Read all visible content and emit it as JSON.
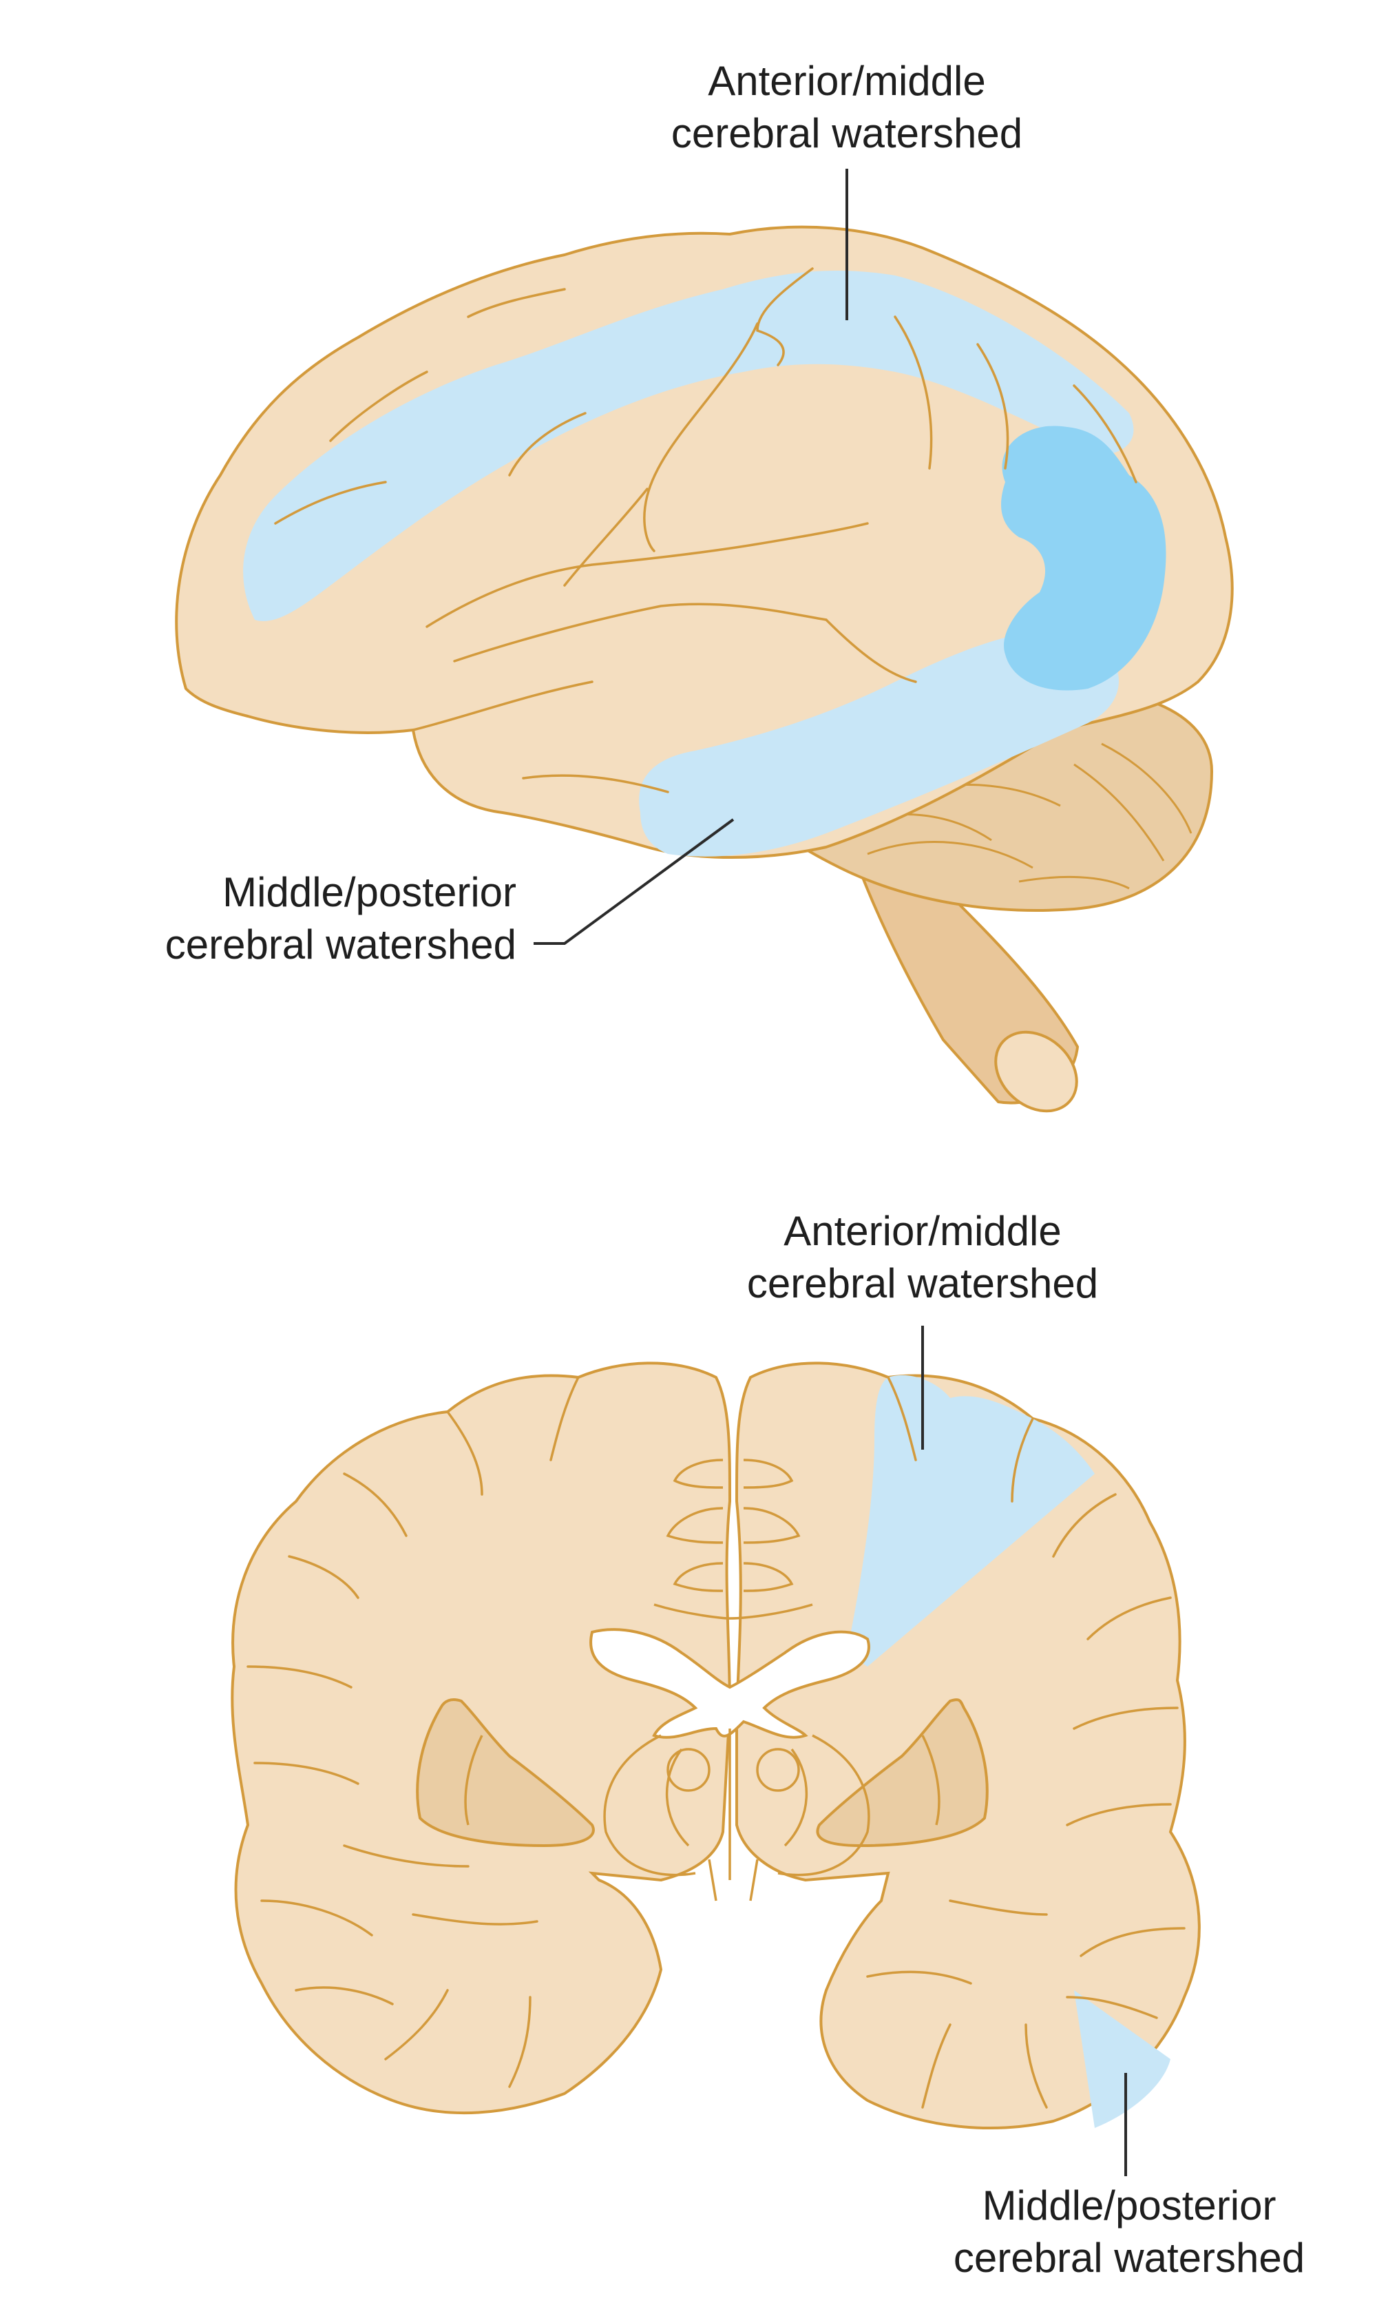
{
  "colors": {
    "tissue": "#F4DEC0",
    "tissue_dark": "#EACDA4",
    "stem": "#E9C699",
    "outline": "#D39A3C",
    "watershed": "#C8E6F7",
    "watershed_strong": "#8FD3F4",
    "leader": "#2b2b2b"
  },
  "lateral_view": {
    "label_top": {
      "line1": "Anterior/middle",
      "line2": "cerebral watershed"
    },
    "label_bottom": {
      "line1": "Middle/posterior",
      "line2": "cerebral watershed"
    }
  },
  "coronal_view": {
    "label_top": {
      "line1": "Anterior/middle",
      "line2": "cerebral watershed"
    },
    "label_bottom": {
      "line1": "Middle/posterior",
      "line2": "cerebral watershed"
    }
  }
}
